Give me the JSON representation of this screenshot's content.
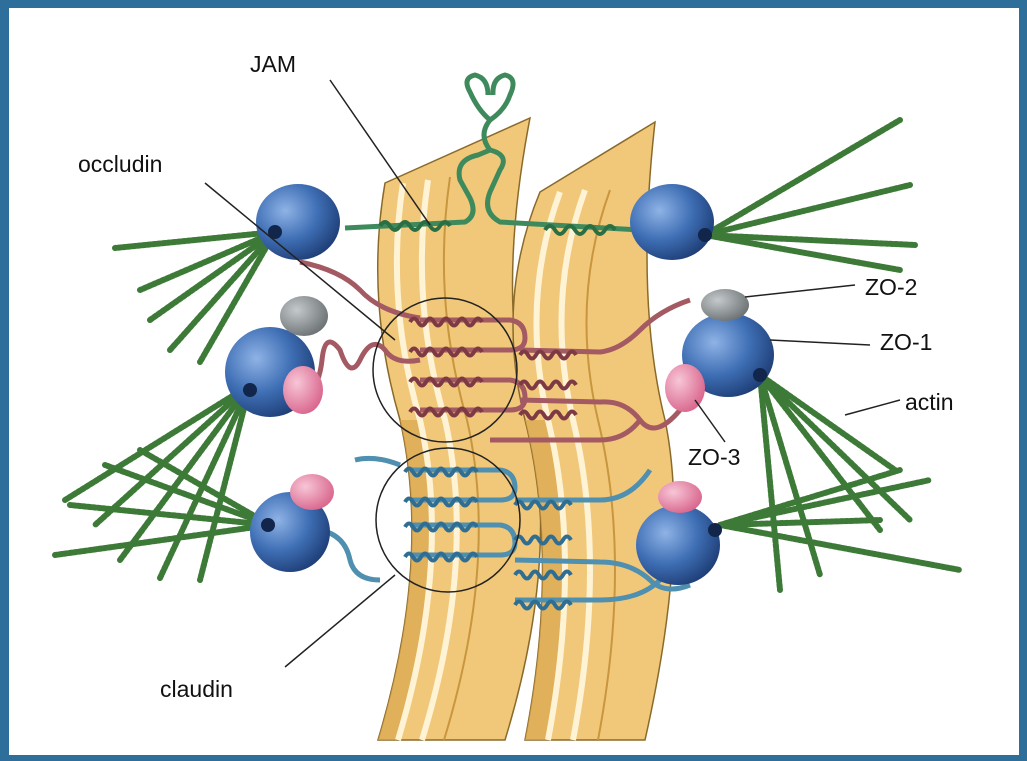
{
  "labels": {
    "jam": "JAM",
    "occludin": "occludin",
    "zo2": "ZO-2",
    "zo1": "ZO-1",
    "actin": "actin",
    "zo3": "ZO-3",
    "claudin": "claudin"
  },
  "colors": {
    "frame": "#2d6f9a",
    "membrane": "#f1c87a",
    "membrane_dark": "#d9a54f",
    "zo1_blue": "#3f6fb5",
    "zo2_gray": "#8c9294",
    "zo3_pink": "#e98aaa",
    "actin_green": "#3d7a38",
    "jam_green": "#3f8a5c",
    "occludin_red": "#a45a63",
    "claudin_blue": "#4f8fb0"
  }
}
